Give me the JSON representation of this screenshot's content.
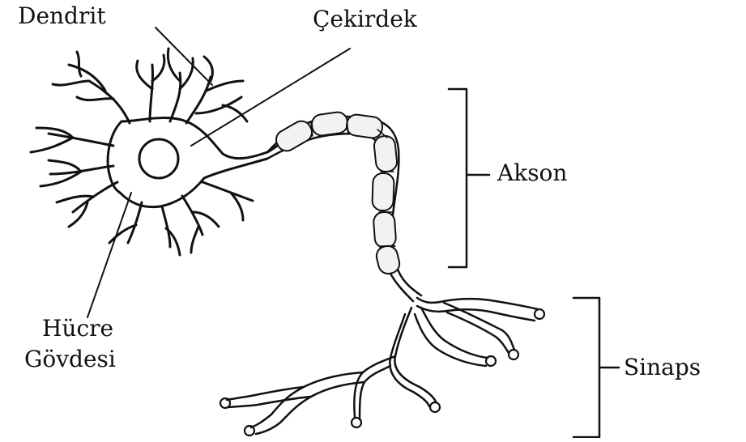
{
  "diagram": {
    "labels": {
      "dendrit": "Dendrit",
      "cekirdek": "Çekirdek",
      "akson": "Akson",
      "hucre_line1": "Hücre",
      "hucre_line2": "Gövdesi",
      "sinaps": "Sinaps"
    },
    "colors": {
      "ink": "#111111",
      "background": "#ffffff",
      "myelin_fill": "#f2f2f2"
    }
  }
}
